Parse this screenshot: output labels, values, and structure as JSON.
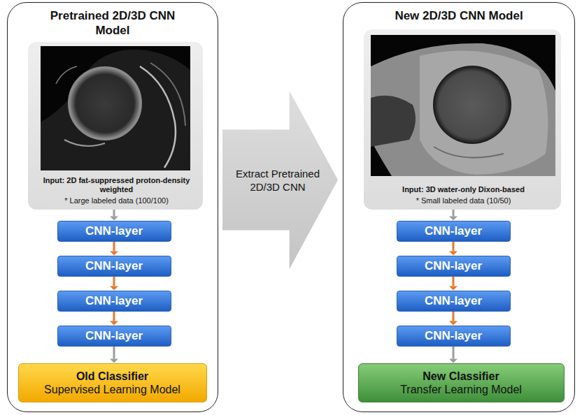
{
  "diagram": {
    "nodes": [
      {
        "text": [
          "Pretrained 2D/3D CNN Model"
        ]
      },
      {
        "text": [
          "Input: 2D fat-suppressed proton-density weighted",
          "* Large labeled data (100/100)"
        ],
        "in": 0
      },
      {
        "text": [
          "CNN-layer"
        ],
        "in": 0
      },
      {
        "text": [
          "CNN-layer"
        ],
        "in": 0
      },
      {
        "text": [
          "CNN-layer"
        ],
        "in": 0
      },
      {
        "text": [
          "CNN-layer"
        ],
        "in": 0
      },
      {
        "text": [
          "Old Classifier",
          "Supervised Learning Model"
        ],
        "in": 0
      },
      {
        "text": [
          "Extract Pretrained 2D/3D CNN"
        ]
      },
      {
        "text": [
          "New 2D/3D CNN Model"
        ]
      },
      {
        "text": [
          "Input: 3D water-only Dixon-based",
          "* Small labeled data (10/50)"
        ],
        "in": 8
      },
      {
        "text": [
          "CNN-layer"
        ],
        "in": 8
      },
      {
        "text": [
          "CNN-layer"
        ],
        "in": 8
      },
      {
        "text": [
          "CNN-layer"
        ],
        "in": 8
      },
      {
        "text": [
          "CNN-layer"
        ],
        "in": 8
      },
      {
        "text": [
          "New Classifier",
          "Transfer Learning Model"
        ],
        "in": 8
      }
    ],
    "edges": [
      {
        "from": 1,
        "to": 2,
        "arrow": "to"
      },
      {
        "from": 2,
        "to": 3,
        "arrow": "to"
      },
      {
        "from": 3,
        "to": 4,
        "arrow": "to"
      },
      {
        "from": 4,
        "to": 5,
        "arrow": "to"
      },
      {
        "from": 5,
        "to": 6,
        "arrow": "to"
      },
      {
        "from": 9,
        "to": 10,
        "arrow": "to"
      },
      {
        "from": 10,
        "to": 11,
        "arrow": "to"
      },
      {
        "from": 11,
        "to": 12,
        "arrow": "to"
      },
      {
        "from": 12,
        "to": 13,
        "arrow": "to"
      },
      {
        "from": 13,
        "to": 14,
        "arrow": "to"
      }
    ]
  }
}
